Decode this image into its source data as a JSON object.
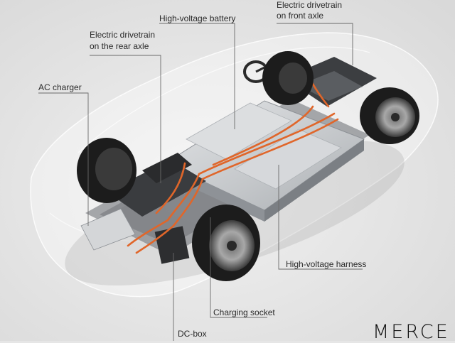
{
  "labels": {
    "ac_charger": "AC charger",
    "rear_drivetrain_line1": "Electric drivetrain",
    "rear_drivetrain_line2": "on the rear axle",
    "battery": "High-voltage battery",
    "front_drivetrain_line1": "Electric drivetrain",
    "front_drivetrain_line2": "on front axle",
    "harness": "High-voltage harness",
    "charging_socket": "Charging socket",
    "dc_box": "DC-box"
  },
  "brand_text": "MERCE",
  "colors": {
    "background": "#e6e6e6",
    "cable_orange": "#e0662a",
    "battery_silver": "#c9cccf",
    "label_text": "#2a2a2a",
    "tire": "#1c1c1c"
  }
}
